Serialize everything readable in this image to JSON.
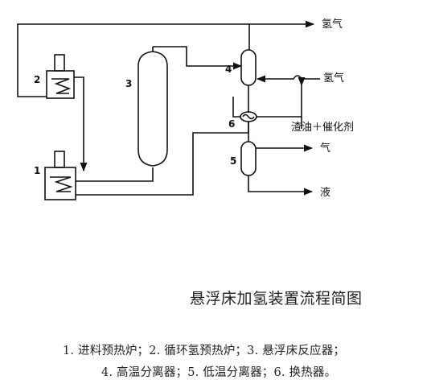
{
  "diagram": {
    "streams": {
      "hydrogen_out": "氢气",
      "hydrogen_in": "氢气",
      "feed": "渣油＋催化剂",
      "gas": "气",
      "liquid": "液"
    },
    "equipment_numbers": [
      "1",
      "2",
      "3",
      "4",
      "5",
      "6"
    ]
  },
  "caption": {
    "title": "悬浮床加氢装置流程简图",
    "line1": "1. 进料预热炉；2. 循环氢预热炉；3. 悬浮床反应器；",
    "line2": "4. 高温分离器；5. 低温分离器；6. 换热器。"
  }
}
